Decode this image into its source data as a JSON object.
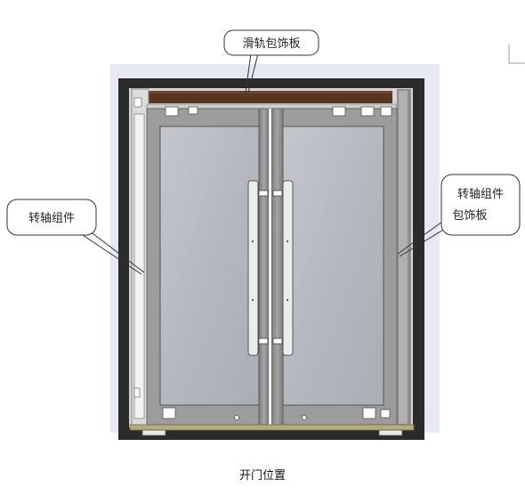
{
  "callouts": {
    "top": {
      "line1": "滑轨包饰板"
    },
    "left": {
      "line1": "转轴组件"
    },
    "right": {
      "line1": "转轴组件",
      "line2": "包饰板"
    }
  },
  "caption": "开门位置",
  "colors": {
    "frame": "#2a2a2a",
    "rail_cover": "#5a3521",
    "glass": "#b7bbc2",
    "backdrop": "#e4e8f1",
    "side_panel": "#8f8f8f",
    "bottom_rail": "#b7ad7c"
  }
}
